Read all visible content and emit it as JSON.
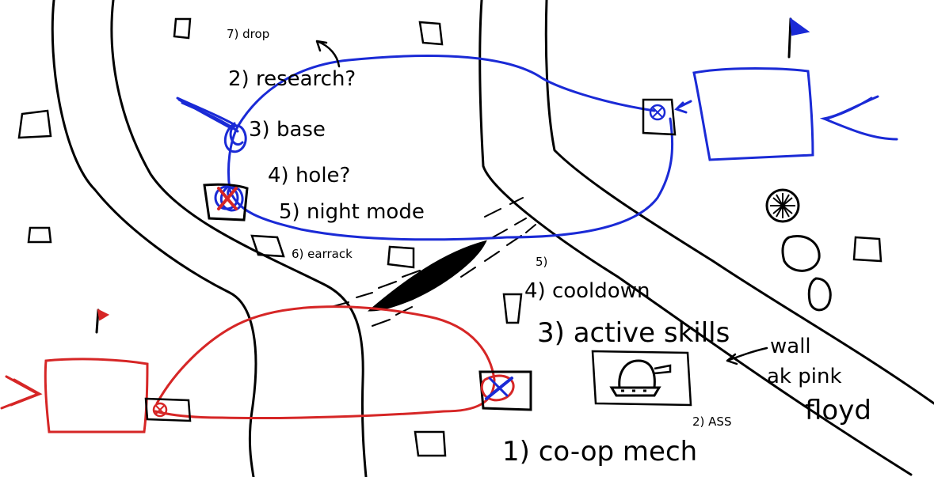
{
  "colors": {
    "ink": "#000000",
    "blue_team": "#1a2ad6",
    "red_team": "#d62626",
    "background": "#ffffff"
  },
  "notes": {
    "blue_list": {
      "item7": "7) drop",
      "item2": "2) research?",
      "item3": "3) base",
      "item4": "4) hole?",
      "item5": "5) night mode",
      "item6": "6) earrack"
    },
    "center_list": {
      "item5": "5)",
      "item4": "4) cooldown",
      "item3": "3) active skills",
      "item2": "2) ASS",
      "item1": "1) co-op mech"
    },
    "wall_label": {
      "line1": "wall",
      "line2": "ak pink",
      "line3": "floyd"
    }
  },
  "icons": {
    "blue_flag": "blue-flag-icon",
    "red_flag": "red-flag-icon",
    "tank": "tank-icon",
    "spiky_ball": "spiky-ball-icon"
  }
}
